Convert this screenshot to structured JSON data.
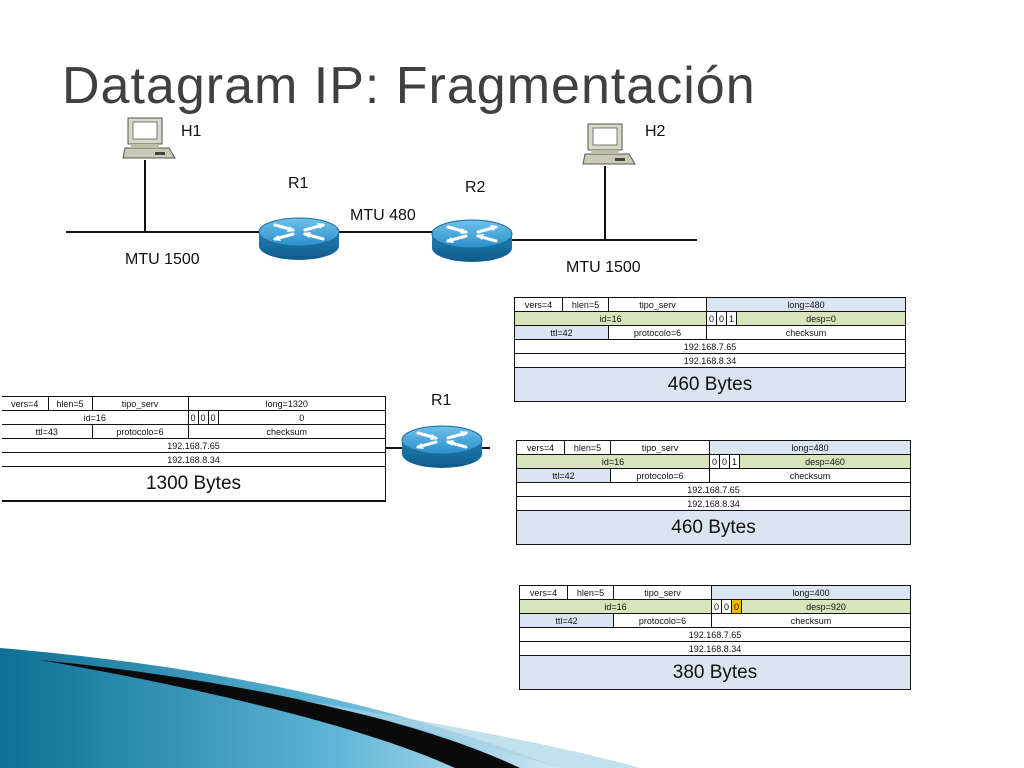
{
  "title": "Datagram IP: Fragmentación",
  "topology": {
    "h1": "H1",
    "h2": "H2",
    "r1": "R1",
    "r2": "R2",
    "mtu_left": "MTU 1500",
    "mtu_middle": "MTU 480",
    "mtu_right": "MTU 1500"
  },
  "router_r1_label": "R1",
  "original": {
    "vers": "vers=4",
    "hlen": "hlen=5",
    "tipo": "tipo_serv",
    "long": "long=1320",
    "id": "id=16",
    "f1": "0",
    "f2": "0",
    "f3": "0",
    "desp": "0",
    "ttl": "ttl=43",
    "proto": "protocolo=6",
    "checksum": "checksum",
    "src": "192.168.7.65",
    "dst": "192.168.8.34",
    "payload": "1300 Bytes"
  },
  "fragments": [
    {
      "vers": "vers=4",
      "hlen": "hlen=5",
      "tipo": "tipo_serv",
      "long": "long=480",
      "id": "id=16",
      "f1": "0",
      "f2": "0",
      "f3": "1",
      "desp": "desp=0",
      "ttl": "ttl=42",
      "proto": "protocolo=6",
      "checksum": "checksum",
      "src": "192.168.7.65",
      "dst": "192.168.8.34",
      "payload": "460 Bytes"
    },
    {
      "vers": "vers=4",
      "hlen": "hlen=5",
      "tipo": "tipo_serv",
      "long": "long=480",
      "id": "id=16",
      "f1": "0",
      "f2": "0",
      "f3": "1",
      "desp": "desp=460",
      "ttl": "ttl=42",
      "proto": "protocolo=6",
      "checksum": "checksum",
      "src": "192.168.7.65",
      "dst": "192.168.8.34",
      "payload": "460 Bytes"
    },
    {
      "vers": "vers=4",
      "hlen": "hlen=5",
      "tipo": "tipo_serv",
      "long": "long=400",
      "id": "id=16",
      "f1": "0",
      "f2": "0",
      "f3": "0",
      "desp": "desp=920",
      "ttl": "ttl=42",
      "proto": "protocolo=6",
      "checksum": "checksum",
      "src": "192.168.7.65",
      "dst": "192.168.8.34",
      "payload": "380 Bytes"
    }
  ],
  "colors": {
    "header_blue": "#dbe5f1",
    "header_green": "#d8e4bc",
    "highlight_orange": "#f5b800",
    "router_blue": "#2a8fc9"
  },
  "icons": [
    "computer-icon",
    "router-icon"
  ]
}
